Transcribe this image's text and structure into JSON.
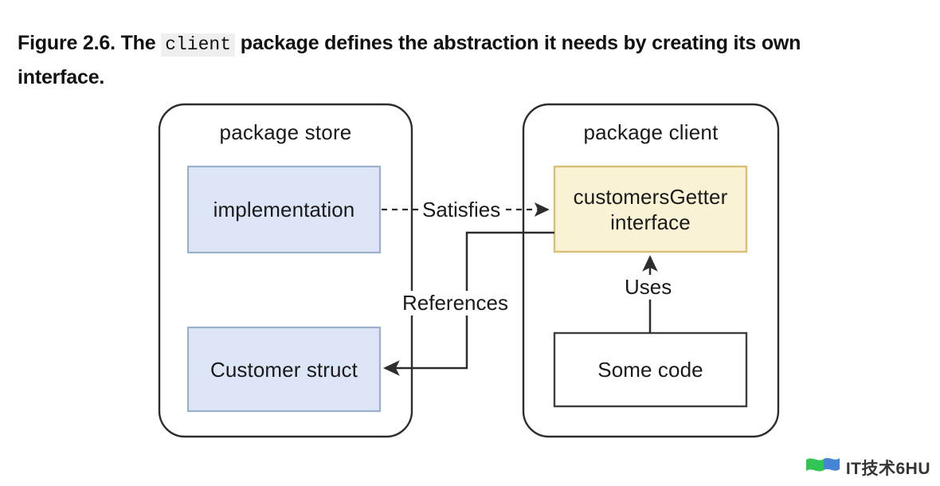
{
  "caption": {
    "lead": "Figure 2.6. The",
    "code": "client",
    "rest": "package defines the abstraction it needs by creating its own interface."
  },
  "diagram": {
    "packages": [
      {
        "id": "store",
        "title": "package store"
      },
      {
        "id": "client",
        "title": "package client"
      }
    ],
    "nodes": [
      {
        "id": "implementation",
        "label": "implementation",
        "fill": "#dce6f6",
        "stroke": "#9bb0cd"
      },
      {
        "id": "customer-struct",
        "label": "Customer struct",
        "fill": "#dce6f6",
        "stroke": "#9bb0cd"
      },
      {
        "id": "customers-getter",
        "label": "customersGetter\ninterface",
        "fill": "#faf2d4",
        "stroke": "#d9bf73"
      },
      {
        "id": "some-code",
        "label": "Some code",
        "fill": "#ffffff",
        "stroke": "#3f3f3f"
      }
    ],
    "edges": [
      {
        "id": "satisfies",
        "label": "Satisfies",
        "from": "implementation",
        "to": "customers-getter",
        "style": "dashed"
      },
      {
        "id": "references",
        "label": "References",
        "from": "customers-getter",
        "to": "customer-struct",
        "style": "solid"
      },
      {
        "id": "uses",
        "label": "Uses",
        "from": "some-code",
        "to": "customers-getter",
        "style": "solid"
      }
    ],
    "colors": {
      "package_stroke": "#2d2d2d",
      "edge_stroke": "#2d2d2d",
      "blue_fill": "#dce6f6",
      "blue_stroke": "#9bb0cd",
      "yellow_fill": "#faf2d4",
      "yellow_stroke": "#d9bf73"
    }
  },
  "watermark": {
    "text": "IT技术6HU",
    "logo_colors": [
      "#27c24c",
      "#3d7fd4"
    ]
  }
}
